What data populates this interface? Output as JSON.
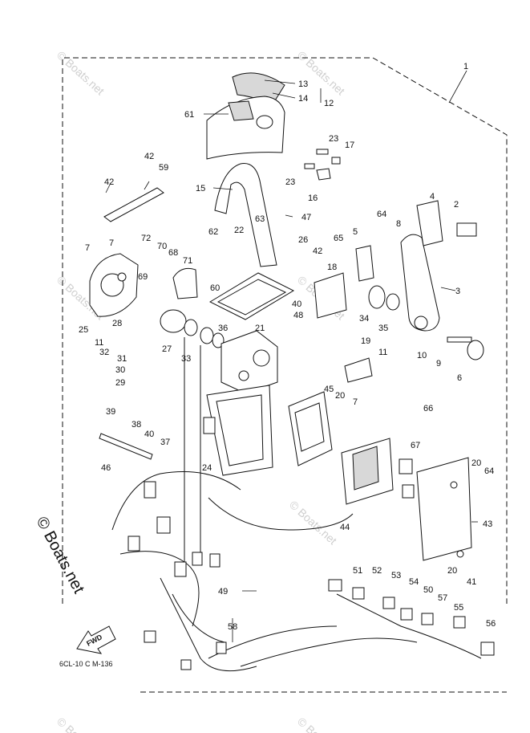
{
  "diagram": {
    "type": "exploded-parts-diagram",
    "part_numbers": [
      "1",
      "2",
      "3",
      "4",
      "5",
      "6",
      "7",
      "8",
      "9",
      "10",
      "11",
      "12",
      "13",
      "14",
      "15",
      "16",
      "17",
      "18",
      "19",
      "20",
      "21",
      "22",
      "23",
      "24",
      "25",
      "26",
      "27",
      "28",
      "29",
      "30",
      "31",
      "32",
      "33",
      "34",
      "35",
      "36",
      "37",
      "38",
      "39",
      "40",
      "41",
      "42",
      "43",
      "44",
      "45",
      "46",
      "47",
      "48",
      "49",
      "50",
      "51",
      "52",
      "53",
      "54",
      "55",
      "56",
      "57",
      "58",
      "59",
      "60",
      "61",
      "62",
      "63",
      "64",
      "65",
      "66",
      "67",
      "68",
      "69",
      "70",
      "71",
      "72"
    ],
    "watermark": "© Boats.net",
    "brand_label": "© Boats.net",
    "drawing_code": "6CL-10 C M-136",
    "fwd_label": "FWD",
    "icons": [
      "fwd-arrow-icon"
    ]
  }
}
